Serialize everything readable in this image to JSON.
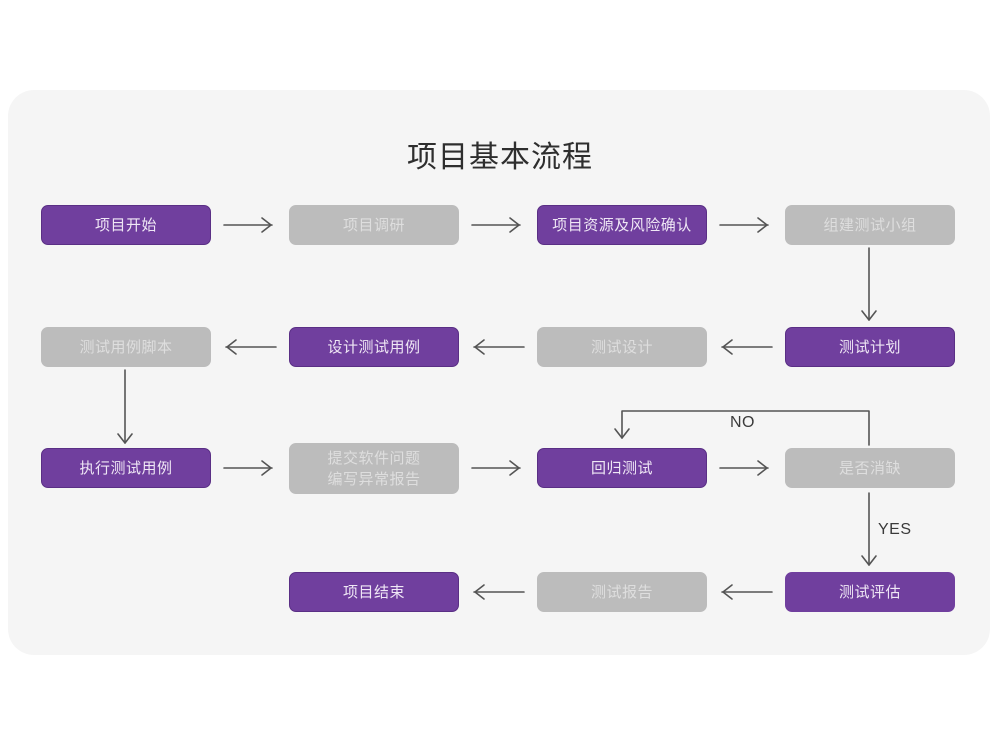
{
  "panel": {
    "background_color": "#f5f5f5",
    "page_background_color": "#ffffff"
  },
  "title": "项目基本流程",
  "colors": {
    "purple_fill": "#703f9e",
    "purple_border": "#5a2f85",
    "purple_text": "#efe7f5",
    "gray_fill": "#bcbcbc",
    "gray_text": "#dedede",
    "arrow": "#555555",
    "title_text": "#2e2e2e"
  },
  "nodes": [
    {
      "id": "n1",
      "label": "项目开始",
      "style": "purple"
    },
    {
      "id": "n2",
      "label": "项目调研",
      "style": "gray"
    },
    {
      "id": "n3",
      "label": "项目资源及风险确认",
      "style": "purple"
    },
    {
      "id": "n4",
      "label": "组建测试小组",
      "style": "gray"
    },
    {
      "id": "n5",
      "label": "测试用例脚本",
      "style": "gray"
    },
    {
      "id": "n6",
      "label": "设计测试用例",
      "style": "purple"
    },
    {
      "id": "n7",
      "label": "测试设计",
      "style": "gray"
    },
    {
      "id": "n8",
      "label": "测试计划",
      "style": "purple"
    },
    {
      "id": "n9",
      "label": "执行测试用例",
      "style": "purple"
    },
    {
      "id": "n10",
      "label": "提交软件问题\n编写异常报告",
      "style": "gray"
    },
    {
      "id": "n11",
      "label": "回归测试",
      "style": "purple"
    },
    {
      "id": "n12",
      "label": "是否消缺",
      "style": "gray"
    },
    {
      "id": "n13",
      "label": "项目结束",
      "style": "purple"
    },
    {
      "id": "n14",
      "label": "测试报告",
      "style": "gray"
    },
    {
      "id": "n15",
      "label": "测试评估",
      "style": "purple"
    }
  ],
  "edge_labels": {
    "no": "NO",
    "yes": "YES"
  },
  "chart_data": {
    "type": "diagram",
    "title": "项目基本流程",
    "nodes": [
      "项目开始",
      "项目调研",
      "项目资源及风险确认",
      "组建测试小组",
      "测试用例脚本",
      "设计测试用例",
      "测试设计",
      "测试计划",
      "执行测试用例",
      "提交软件问题 编写异常报告",
      "回归测试",
      "是否消缺",
      "项目结束",
      "测试报告",
      "测试评估"
    ],
    "edges": [
      {
        "from": "项目开始",
        "to": "项目调研",
        "label": ""
      },
      {
        "from": "项目调研",
        "to": "项目资源及风险确认",
        "label": ""
      },
      {
        "from": "项目资源及风险确认",
        "to": "组建测试小组",
        "label": ""
      },
      {
        "from": "组建测试小组",
        "to": "测试计划",
        "label": ""
      },
      {
        "from": "测试计划",
        "to": "测试设计",
        "label": ""
      },
      {
        "from": "测试设计",
        "to": "设计测试用例",
        "label": ""
      },
      {
        "from": "设计测试用例",
        "to": "测试用例脚本",
        "label": ""
      },
      {
        "from": "测试用例脚本",
        "to": "执行测试用例",
        "label": ""
      },
      {
        "from": "执行测试用例",
        "to": "提交软件问题 编写异常报告",
        "label": ""
      },
      {
        "from": "提交软件问题 编写异常报告",
        "to": "回归测试",
        "label": ""
      },
      {
        "from": "回归测试",
        "to": "是否消缺",
        "label": ""
      },
      {
        "from": "是否消缺",
        "to": "回归测试",
        "label": "NO"
      },
      {
        "from": "是否消缺",
        "to": "测试评估",
        "label": "YES"
      },
      {
        "from": "测试评估",
        "to": "测试报告",
        "label": ""
      },
      {
        "from": "测试报告",
        "to": "项目结束",
        "label": ""
      }
    ]
  }
}
